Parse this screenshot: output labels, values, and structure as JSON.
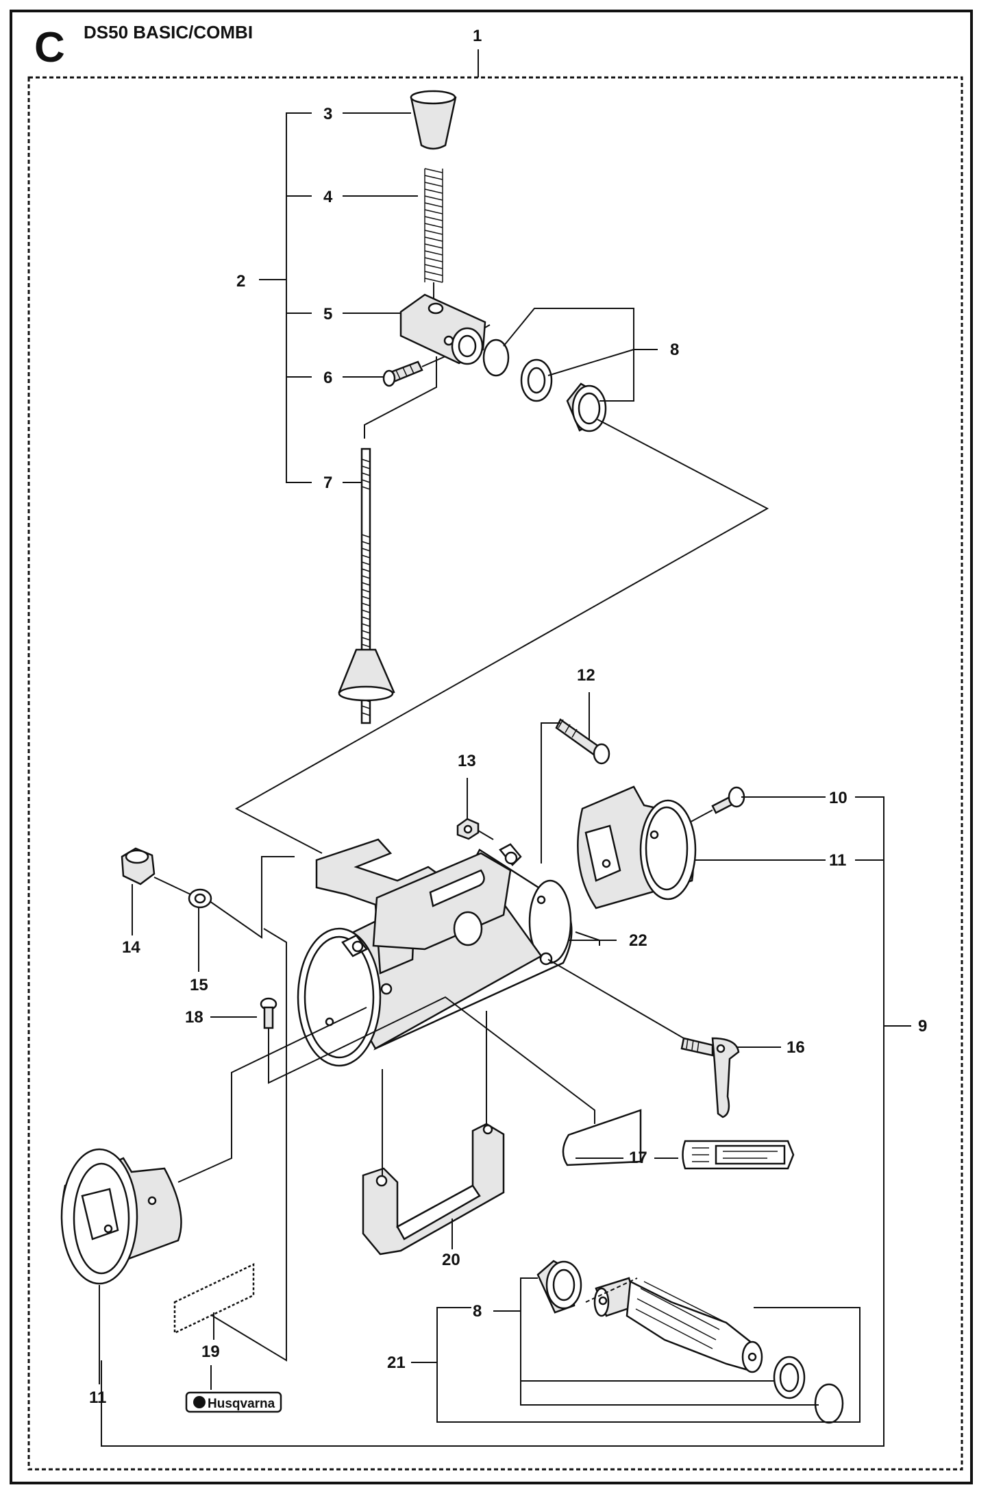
{
  "header": {
    "section_letter": "C",
    "title": "DS50 BASIC/COMBI"
  },
  "callouts": {
    "c1": "1",
    "c2": "2",
    "c3": "3",
    "c4": "4",
    "c5": "5",
    "c6": "6",
    "c7": "7",
    "c8a": "8",
    "c8b": "8",
    "c9": "9",
    "c10": "10",
    "c11a": "11",
    "c11b": "11",
    "c12": "12",
    "c13": "13",
    "c14": "14",
    "c15": "15",
    "c16": "16",
    "c17": "17",
    "c18": "18",
    "c19": "19",
    "c20": "20",
    "c21": "21",
    "c22": "22"
  },
  "logo": {
    "brand": "Husqvarna"
  },
  "icons": [
    "outer-border",
    "dashed-assembly-border",
    "knob",
    "spring",
    "clamp-block",
    "threaded-rod",
    "tube-collar",
    "end-cap",
    "handle",
    "lever-screw",
    "label-sticker",
    "shaft"
  ]
}
